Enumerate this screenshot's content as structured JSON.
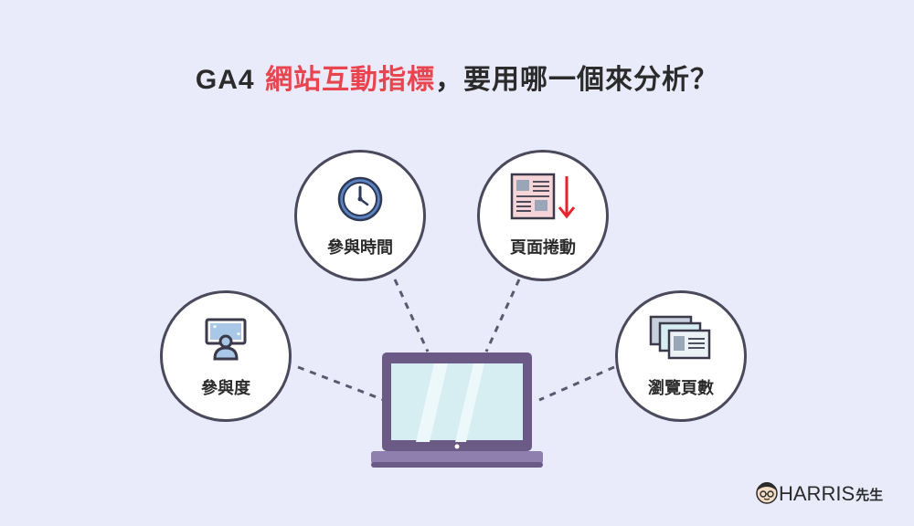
{
  "title": {
    "prefix": "GA4",
    "highlight": "網站互動指標",
    "suffix": "，要用哪一個來分析？"
  },
  "metrics": [
    {
      "label": "參與度",
      "icon": "engagement-screen-icon"
    },
    {
      "label": "參與時間",
      "icon": "clock-icon"
    },
    {
      "label": "頁面捲動",
      "icon": "page-scroll-icon"
    },
    {
      "label": "瀏覽頁數",
      "icon": "pageviews-stack-icon"
    }
  ],
  "brand": {
    "name": "HARRIS",
    "suffix": "先生"
  },
  "colors": {
    "background": "#e9ebfb",
    "highlight": "#e8454f",
    "laptop": "#6a5a85",
    "screen": "#d6eef2",
    "arrow": "#e8222a"
  }
}
